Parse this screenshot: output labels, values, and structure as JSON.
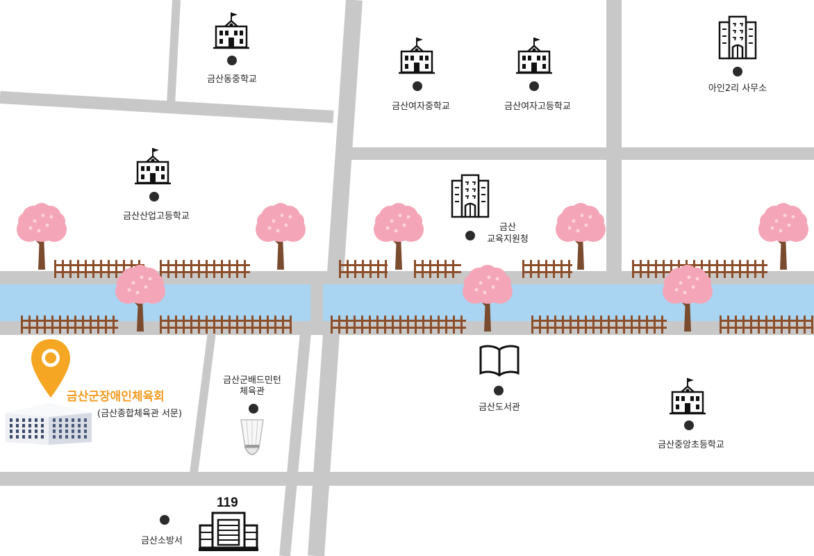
{
  "map": {
    "colors": {
      "road": "#c8c8c8",
      "river": "#a9d5f2",
      "fence": "#8b4e2a",
      "blossom": "#f4a6b8",
      "trunk": "#7a4b2e",
      "accent": "#f39a1f",
      "dot": "#2b2b2b"
    },
    "landmarks": [
      {
        "id": "dongjung",
        "label": "금산동중학교",
        "icon": "school-icon"
      },
      {
        "id": "yeojajung",
        "label": "금산여자중학교",
        "icon": "school-icon"
      },
      {
        "id": "yeojago",
        "label": "금산여자고등학교",
        "icon": "school-icon"
      },
      {
        "id": "ain2ri",
        "label": "아인2리 사무소",
        "icon": "office-building-icon"
      },
      {
        "id": "saneop",
        "label": "금산산업고등학교",
        "icon": "school-icon"
      },
      {
        "id": "edu_line1",
        "label": "금산",
        "icon": "office-building-icon"
      },
      {
        "id": "edu_line2",
        "label": "교육지원청",
        "icon": ""
      },
      {
        "id": "badminton_line1",
        "label": "금산군배드민턴",
        "icon": "shuttlecock-icon"
      },
      {
        "id": "badminton_line2",
        "label": "체육관",
        "icon": ""
      },
      {
        "id": "library",
        "label": "금산도서관",
        "icon": "book-icon"
      },
      {
        "id": "jungang",
        "label": "금산중앙초등학교",
        "icon": "school-icon"
      },
      {
        "id": "fire",
        "label": "금산소방서",
        "icon": "fire-station-icon"
      }
    ],
    "destination": {
      "name": "금산군장애인체육회",
      "sub": "(금산종합체육관 서문)",
      "icon": "location-pin-icon"
    },
    "fire_station_number": "119"
  }
}
